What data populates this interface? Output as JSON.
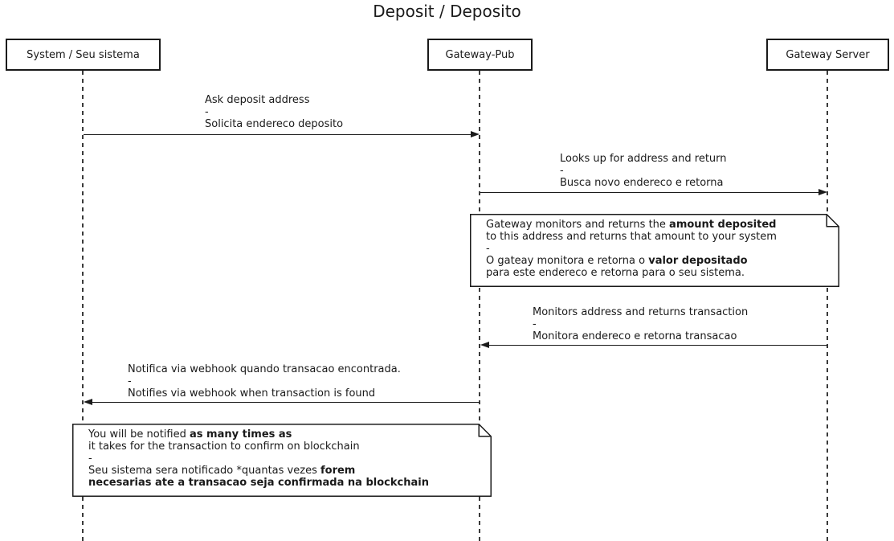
{
  "title": "Deposit / Deposito",
  "colors": {
    "line": "#1a1a1a",
    "text": "#1a1a1a",
    "background": "#ffffff",
    "note_fill": "#ffffff",
    "lifeline": "#3a3a3a"
  },
  "participants": [
    {
      "label": "System / Seu sistema"
    },
    {
      "label": "Gateway-Pub"
    },
    {
      "label": "Gateway Server"
    }
  ],
  "messages": [
    {
      "from": "System / Seu sistema",
      "to": "Gateway-Pub",
      "direction": "right",
      "lines": [
        "Ask deposit address",
        "-",
        "Solicita endereco deposito"
      ]
    },
    {
      "from": "Gateway-Pub",
      "to": "Gateway Server",
      "direction": "right",
      "lines": [
        "Looks up for address and return",
        "-",
        "Busca novo endereco e retorna"
      ]
    },
    {
      "from": "Gateway Server",
      "to": "Gateway-Pub",
      "direction": "left",
      "lines": [
        "Monitors address and returns transaction",
        "-",
        "Monitora endereco e retorna transacao"
      ]
    },
    {
      "from": "Gateway-Pub",
      "to": "System / Seu sistema",
      "direction": "left",
      "lines": [
        "Notifica via webhook quando transacao encontrada.",
        "-",
        "Notifies via webhook when transaction is found"
      ]
    }
  ],
  "notes": [
    {
      "position": "over Gateway-Pub and Gateway Server",
      "lines": [
        {
          "pre": "Gateway monitors and returns the ",
          "bold": "amount deposited"
        },
        {
          "pre": "to this address and returns that amount to your system",
          "bold": ""
        },
        {
          "pre": "-",
          "bold": ""
        },
        {
          "pre": "O gateay monitora e retorna o ",
          "bold": "valor depositado"
        },
        {
          "pre": "para este endereco e retorna para o seu sistema.",
          "bold": ""
        }
      ]
    },
    {
      "position": "over System and Gateway-Pub",
      "lines": [
        {
          "pre": "You will be notified ",
          "bold": "as many times as"
        },
        {
          "pre": "it takes for the transaction to confirm on blockchain",
          "bold": ""
        },
        {
          "pre": "-",
          "bold": ""
        },
        {
          "pre": "Seu sistema sera notificado *quantas vezes ",
          "bold": "forem"
        },
        {
          "pre": "",
          "bold": "necesarias ate a transacao seja confirmada na blockchain"
        }
      ]
    }
  ]
}
